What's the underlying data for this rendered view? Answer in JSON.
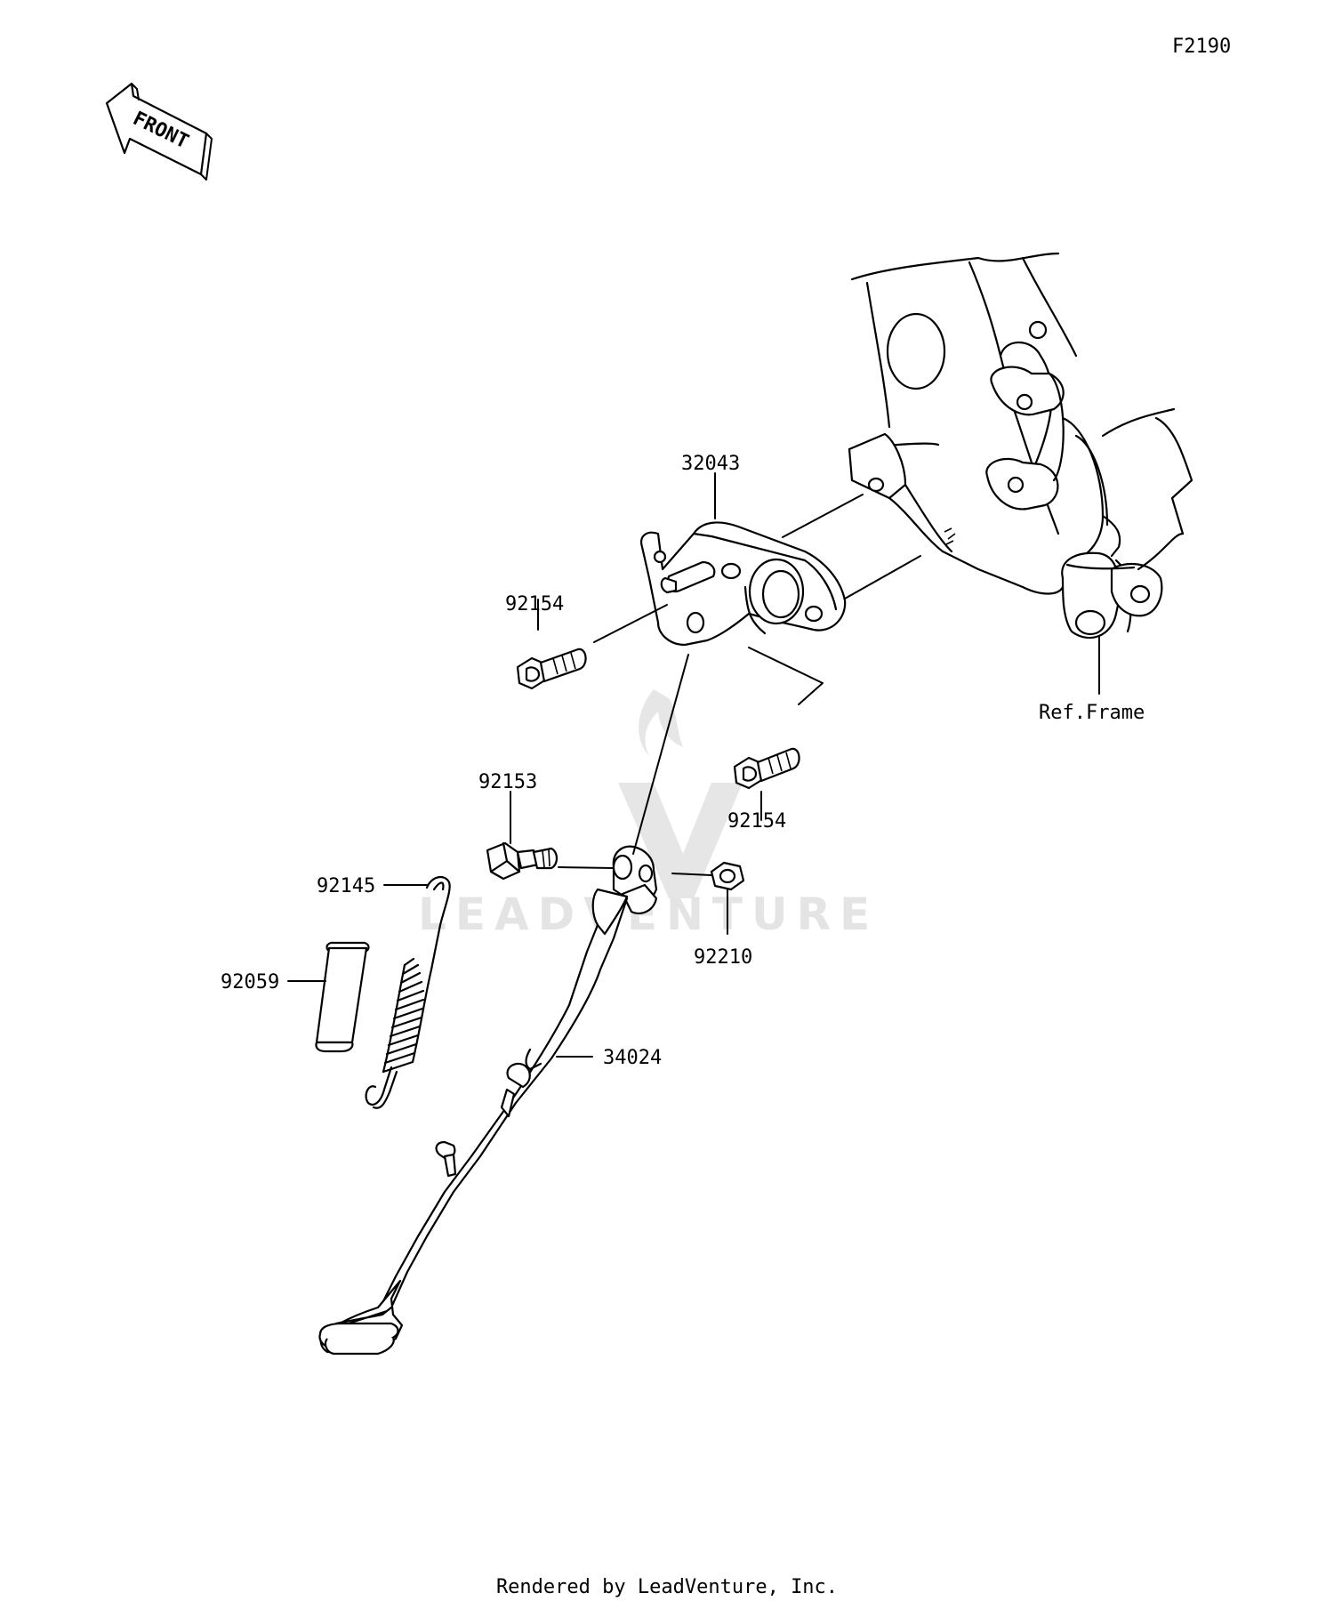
{
  "figure_code": "F2190",
  "front_arrow_label": "FRONT",
  "credit": "Rendered by LeadVenture, Inc.",
  "watermark": "LEADVENTURE",
  "parts": [
    {
      "id": "p32043",
      "number": "32043"
    },
    {
      "id": "p92154a",
      "number": "92154"
    },
    {
      "id": "p92154b",
      "number": "92154"
    },
    {
      "id": "p92153",
      "number": "92153"
    },
    {
      "id": "p92145",
      "number": "92145"
    },
    {
      "id": "p92059",
      "number": "92059"
    },
    {
      "id": "p92210",
      "number": "92210"
    },
    {
      "id": "p34024",
      "number": "34024"
    },
    {
      "id": "pRefFrame",
      "number": "Ref.Frame"
    }
  ]
}
